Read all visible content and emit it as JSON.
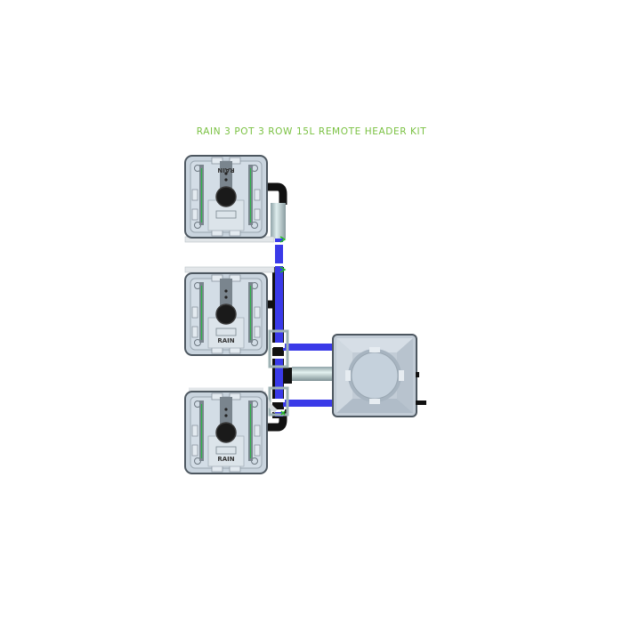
{
  "title": "RAIN 3 POT 3 ROW 15L REMOTE HEADER KIT",
  "pots": [
    {
      "label": "RAIN",
      "orientation": "inverted"
    },
    {
      "label": "RAIN",
      "orientation": "normal"
    },
    {
      "label": "RAIN",
      "orientation": "normal"
    }
  ],
  "colors": {
    "title": "#7ac142",
    "pot_body": "#c9d4de",
    "pot_edge": "#5a6570",
    "feed_line": "#3a3ae8",
    "drain_pipe": "#111111",
    "fitting_green": "#22bb22",
    "header_tank": "#c2ccd6"
  },
  "components": {
    "header_tank": "remote-header-tank",
    "feed_manifold": "blue-feed-line",
    "drain_manifold": "black-drain-pipe"
  }
}
